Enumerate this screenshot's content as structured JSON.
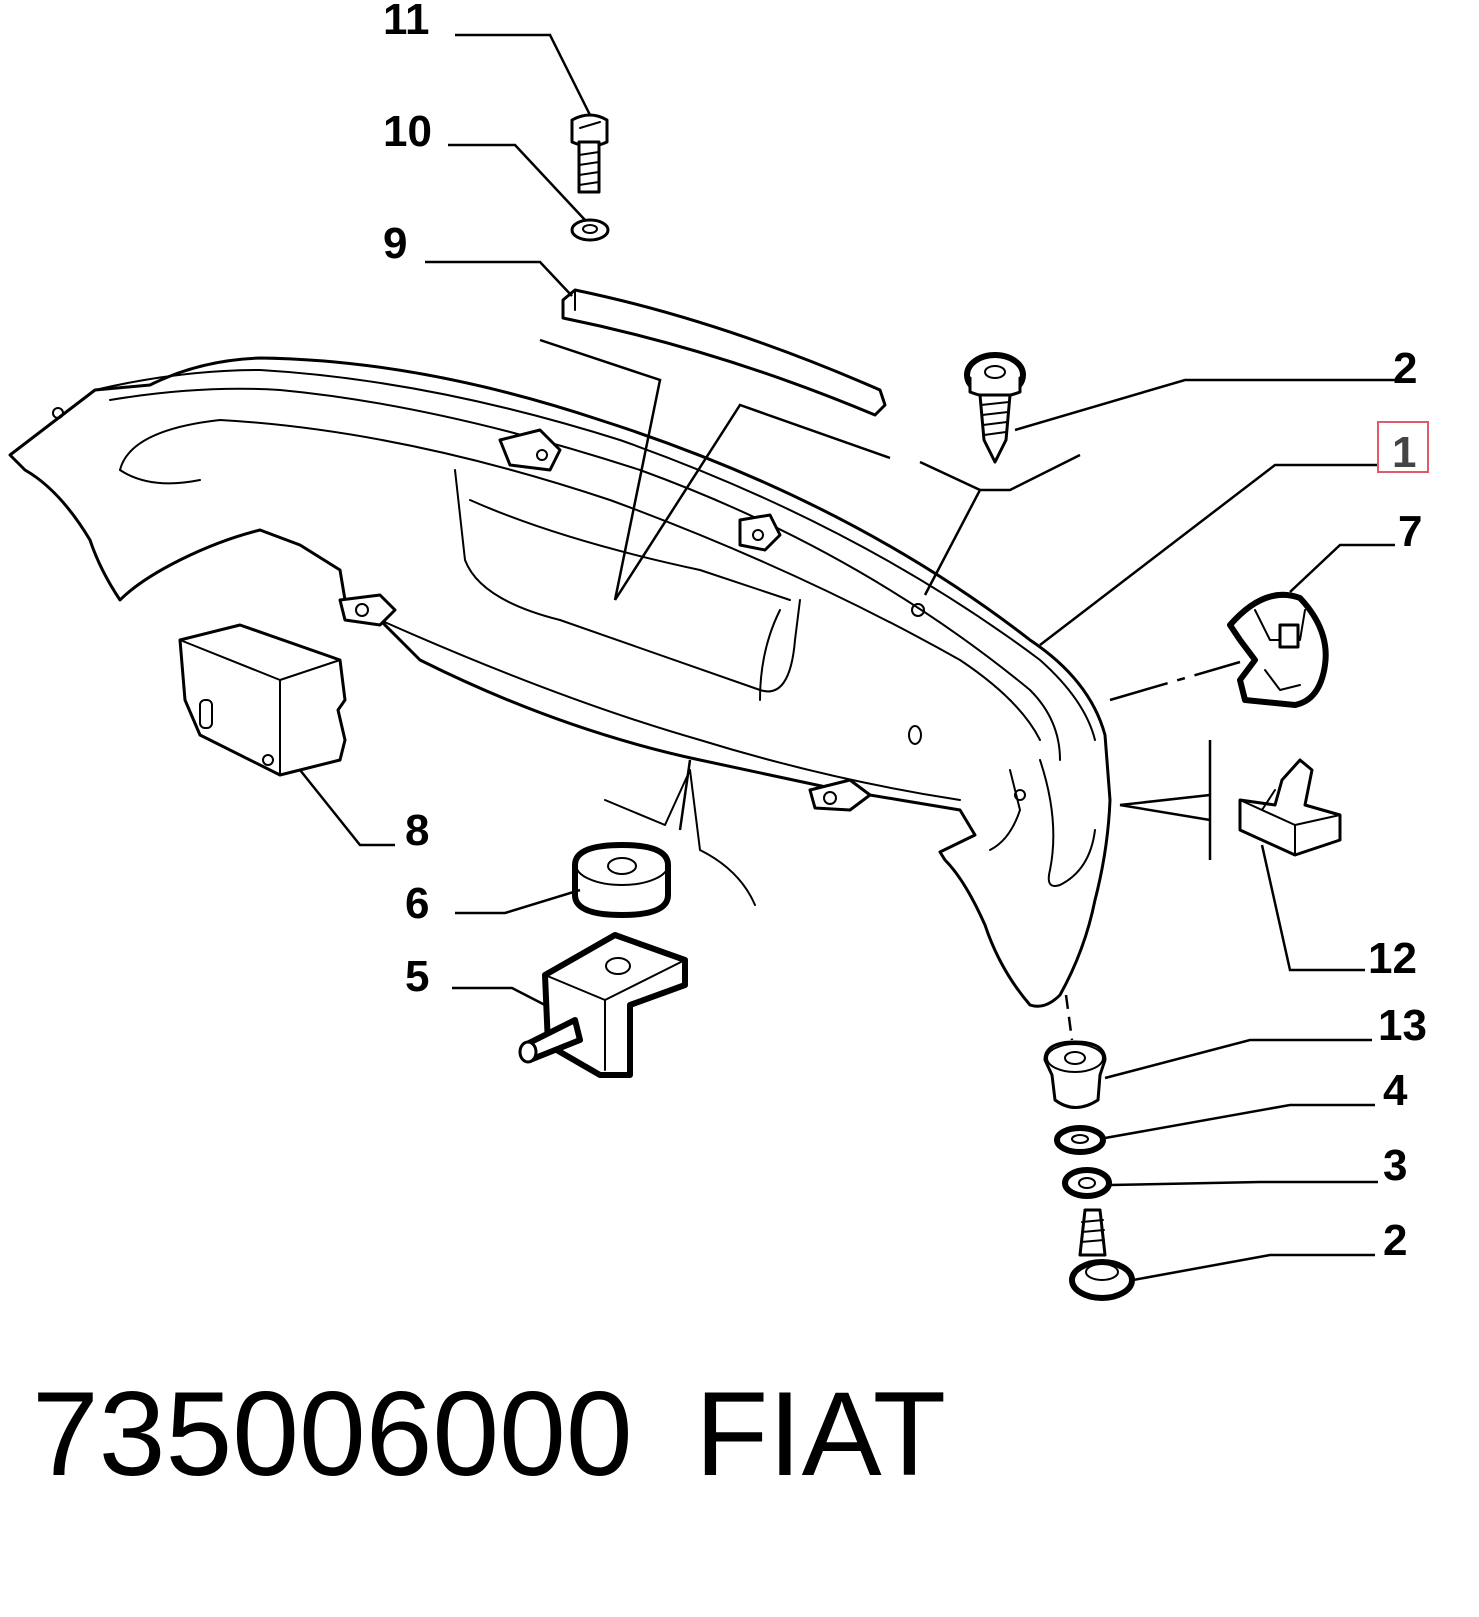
{
  "callouts": {
    "c11": "11",
    "c10": "10",
    "c9": "9",
    "c2_top": "2",
    "c1": "1",
    "c7": "7",
    "c8": "8",
    "c6": "6",
    "c5": "5",
    "c12": "12",
    "c13": "13",
    "c4": "4",
    "c3": "3",
    "c2_bottom": "2"
  },
  "footer": {
    "part_number": "735006000",
    "brand": "FIAT"
  },
  "highlight": {
    "callout": "1",
    "color": "#e05a6a"
  }
}
